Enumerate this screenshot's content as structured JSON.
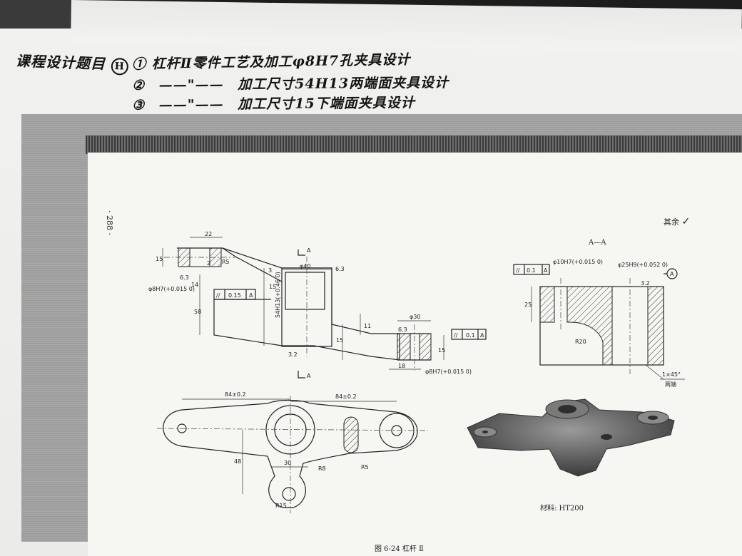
{
  "handwritten": {
    "heading": "课程设计题目",
    "heading_mark": "H",
    "line1_no": "①",
    "line1": "杠杆Ⅱ零件工艺及加工φ8H7孔夹具设计",
    "line2_no": "②",
    "line2_ditto": "——\"——",
    "line2": "加工尺寸54H13两端面夹具设计",
    "line3_no": "③",
    "line3_ditto": "——\"——",
    "line3": "加工尺寸15下端面夹具设计"
  },
  "book_page": {
    "page_number": "· 288 ·",
    "roughness_note": "其余",
    "section_label": "A—A",
    "material": "材料: HT200",
    "caption": "图 6-24  杠杆 Ⅱ"
  },
  "dimensions": {
    "d22": "22",
    "d15a": "15",
    "r5a": "R5",
    "d2": "2",
    "ra63a": "6.3",
    "phi8h7": "φ8H7(+0.015 0)",
    "d14": "14",
    "d58": "58",
    "tol015": "0.15",
    "datum_a": "A",
    "d3": "3",
    "d15b": "15",
    "phi40": "φ40",
    "ra63b": "6.3",
    "d54h13": "54H13(+0.46 0)",
    "d15c": "15",
    "ra32": "3.2",
    "d11": "11",
    "phi30": "φ30",
    "ra63c": "6.3",
    "d15d": "15",
    "d18": "18",
    "phi8h7b": "φ8H7(+0.015 0)",
    "tol01": "0.1",
    "sec_tol01": "0.1",
    "phi10h7": "φ10H7(+0.015 0)",
    "phi25h9": "φ25H9(+0.052 0)",
    "d25": "25",
    "r20": "R20",
    "ra32b": "3.2",
    "chamfer": "1×45°",
    "both_ends": "两端",
    "d84a": "84±0.2",
    "d84b": "84±0.2",
    "d48": "48",
    "d30": "30",
    "r8": "R8",
    "r5b": "R5",
    "r15": "R15"
  }
}
